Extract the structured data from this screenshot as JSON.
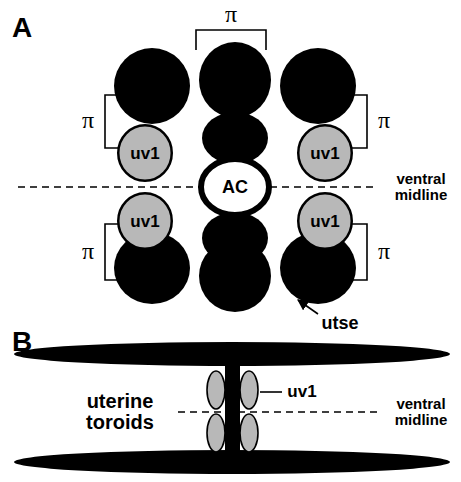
{
  "diagram": {
    "nodes": [
      {
        "text": [
          "uv1"
        ]
      },
      {
        "text": [
          "AC"
        ]
      },
      {
        "text": [
          "uv1"
        ]
      },
      {
        "text": [
          "uv1"
        ]
      },
      {
        "text": [
          "uv1"
        ]
      }
    ],
    "labels": [
      "A",
      "π",
      "π",
      "π",
      "π",
      "π",
      "ventral midline",
      "utse",
      "B",
      "uv1",
      "uterine toroids",
      "ventral midline"
    ]
  }
}
